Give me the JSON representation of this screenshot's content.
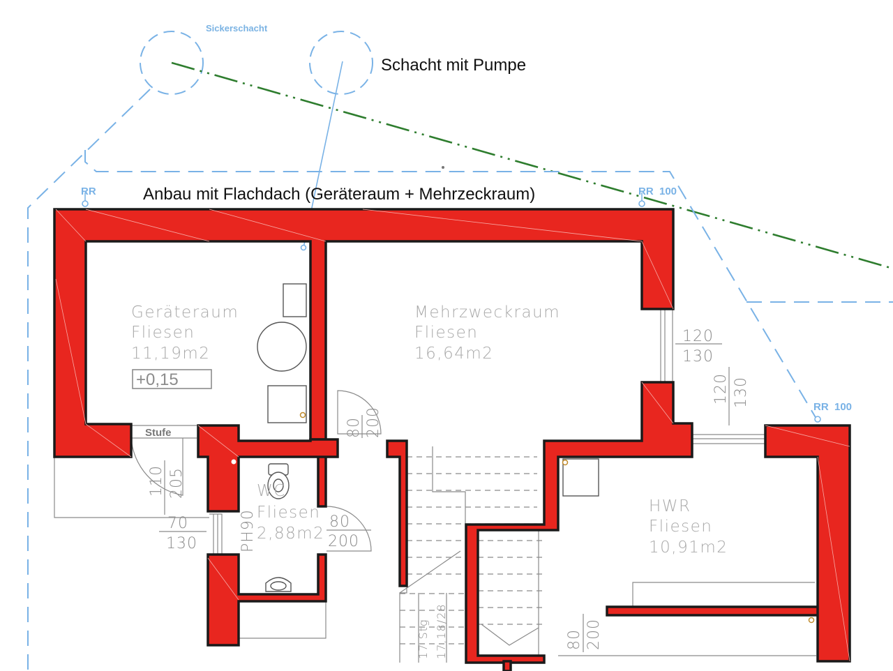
{
  "notes": {
    "sickerschacht": "Sickerschacht",
    "schacht_pumpe": "Schacht mit Pumpe",
    "anbau": "Anbau mit Flachdach (Geräteraum + Mehrzeckraum)"
  },
  "downpipes": {
    "rr_left": "RR",
    "rr_top_right": "RR  100",
    "rr_right": "RR  100"
  },
  "rooms": {
    "geraeteraum": {
      "name": "Geräteraum",
      "floor": "Fliesen",
      "area": "11,19m2",
      "level": "+0,15"
    },
    "mehrzweckraum": {
      "name": "Mehrzweckraum",
      "floor": "Fliesen",
      "area": "16,64m2"
    },
    "wc": {
      "name": "WC",
      "floor": "Fliesen",
      "area": "2,88m2"
    },
    "hwr": {
      "name": "HWR",
      "floor": "Fliesen",
      "area": "10,91m2"
    }
  },
  "labels": {
    "stufe": "Stufe",
    "ph90": "PH90",
    "stairs_steps": "17 Stg",
    "stairs_ratio": "17,18/28"
  },
  "dimensions": {
    "window_mz_a": "120",
    "window_mz_b": "130",
    "window_right_a": "120",
    "window_right_b": "130",
    "door_mz_a": "80",
    "door_mz_b": "200",
    "door_ext_a": "110",
    "door_ext_b": "205",
    "window_wc_a": "70",
    "window_wc_b": "130",
    "door_wc_a": "80",
    "door_wc_b": "200",
    "door_hwr_a": "80",
    "door_hwr_b": "200"
  },
  "colors": {
    "wall_fill": "#e8261f",
    "wall_outline": "#1a1a1a",
    "site_line_blue": "#79b2e6",
    "drain_line_green": "#2e7d2e",
    "room_text_grey": "#a9a9a9"
  }
}
